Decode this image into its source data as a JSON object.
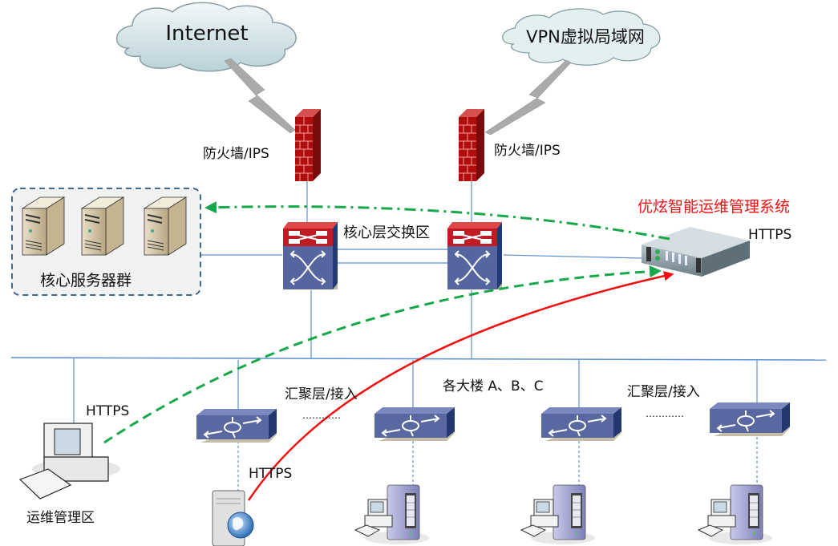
{
  "clouds": {
    "internet": "Internet",
    "vpn": "VPN虚拟局域网"
  },
  "firewalls": {
    "left_label": "防火墙/IPS",
    "right_label": "防火墙/IPS"
  },
  "server_group": {
    "label": "核心服务器群",
    "count": 3
  },
  "core": {
    "label": "核心层交换区"
  },
  "mgmt_system": {
    "title": "优炫智能运维管理系统",
    "protocol": "HTTPS"
  },
  "ops_area": {
    "label": "运维管理区",
    "protocol": "HTTPS"
  },
  "access": {
    "left_label": "汇聚层/接入",
    "left_dots": "…………",
    "buildings_label": "各大楼 A、B、C",
    "right_label": "汇聚层/接入",
    "right_dots": "…………"
  },
  "web_server": {
    "protocol": "HTTPS"
  },
  "colors": {
    "link": "#5b8fcf",
    "green_flow": "#17a84a",
    "red_flow": "#f01010",
    "title_red": "#f01010"
  }
}
